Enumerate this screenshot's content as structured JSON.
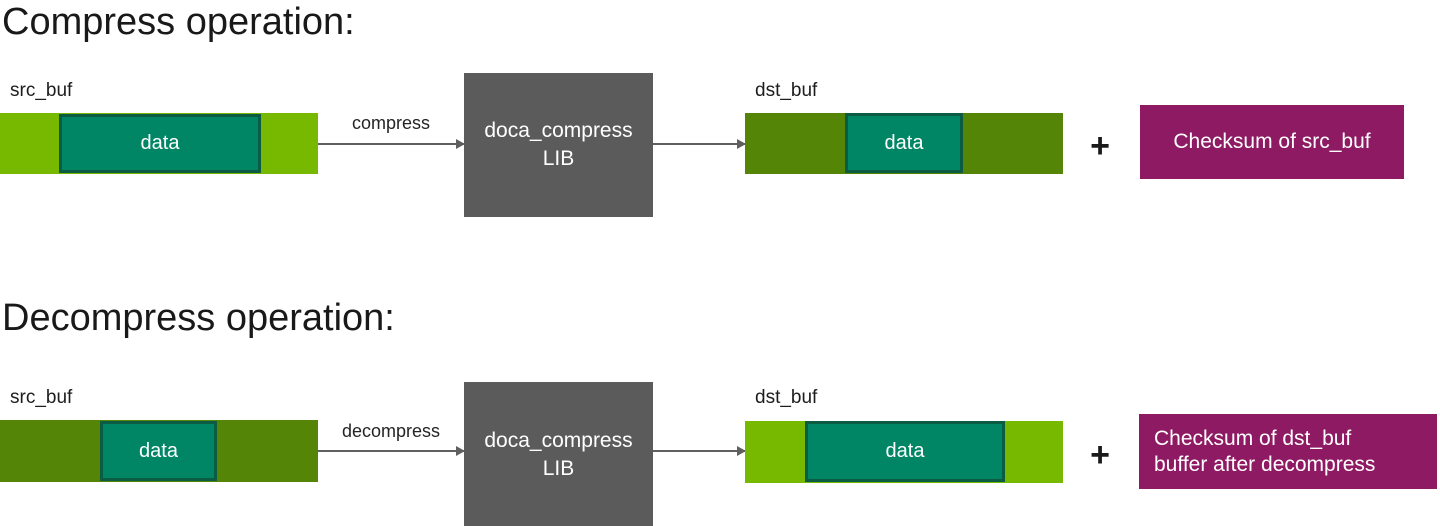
{
  "palette": {
    "light_green": "#76b900",
    "dark_green": "#548506",
    "teal": "#008565",
    "teal_border": "#0b5c42",
    "gray": "#5b5b5b",
    "magenta": "#8e1a63",
    "arrow": "#606060"
  },
  "compress": {
    "heading": "Compress operation:",
    "src_label": "src_buf",
    "src_data_label": "data",
    "arrow_label": "compress",
    "lib_line1": "doca_compress",
    "lib_line2": "LIB",
    "dst_label": "dst_buf",
    "dst_data_label": "data",
    "plus": "+",
    "checksum": "Checksum of src_buf"
  },
  "decompress": {
    "heading": "Decompress operation:",
    "src_label": "src_buf",
    "src_data_label": "data",
    "arrow_label": "decompress",
    "lib_line1": "doca_compress",
    "lib_line2": "LIB",
    "dst_label": "dst_buf",
    "dst_data_label": "data",
    "plus": "+",
    "checksum_line1": "Checksum of dst_buf",
    "checksum_line2": "buffer after decompress"
  }
}
